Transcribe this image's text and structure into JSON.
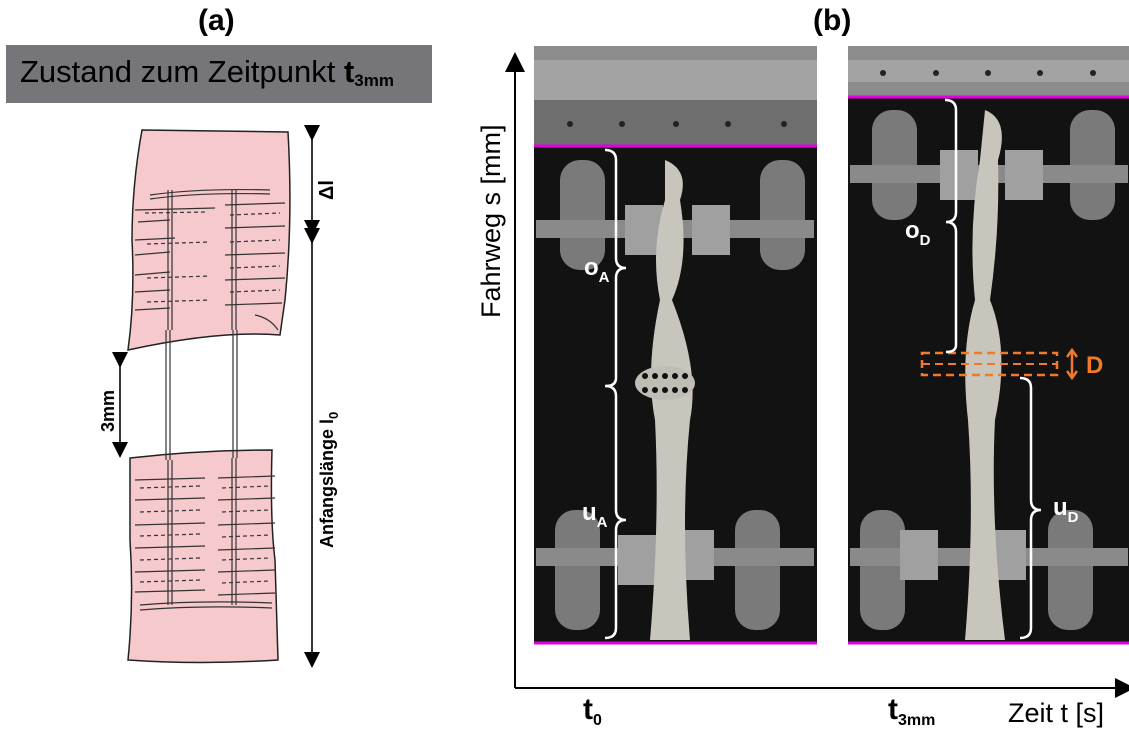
{
  "panels": {
    "a": {
      "label": "(a)"
    },
    "b": {
      "label": "(b)"
    }
  },
  "header": {
    "text": "Zustand zum Zeitpunkt ",
    "t": "t",
    "sub": "3mm"
  },
  "sketch": {
    "delta_l": "Δl",
    "gap": "3mm",
    "initial_length": "Anfangslänge l",
    "initial_length_sub": "0"
  },
  "graph": {
    "ylabel": "Fahrweg s [mm]",
    "xlabel": "Zeit t [s]",
    "t0_main": "t",
    "t0_sub": "0",
    "t3_main": "t",
    "t3_sub": "3mm"
  },
  "photo_left": {
    "o_label": "o",
    "o_sub": "A",
    "u_label": "u",
    "u_sub": "A"
  },
  "photo_right": {
    "o_label": "o",
    "o_sub": "D",
    "u_label": "u",
    "u_sub": "D",
    "d_label": "D"
  },
  "colors": {
    "magenta": "#e000e0",
    "orange": "#f07a2a",
    "skin": "#f6c9cc",
    "header_bg": "#76757a"
  }
}
